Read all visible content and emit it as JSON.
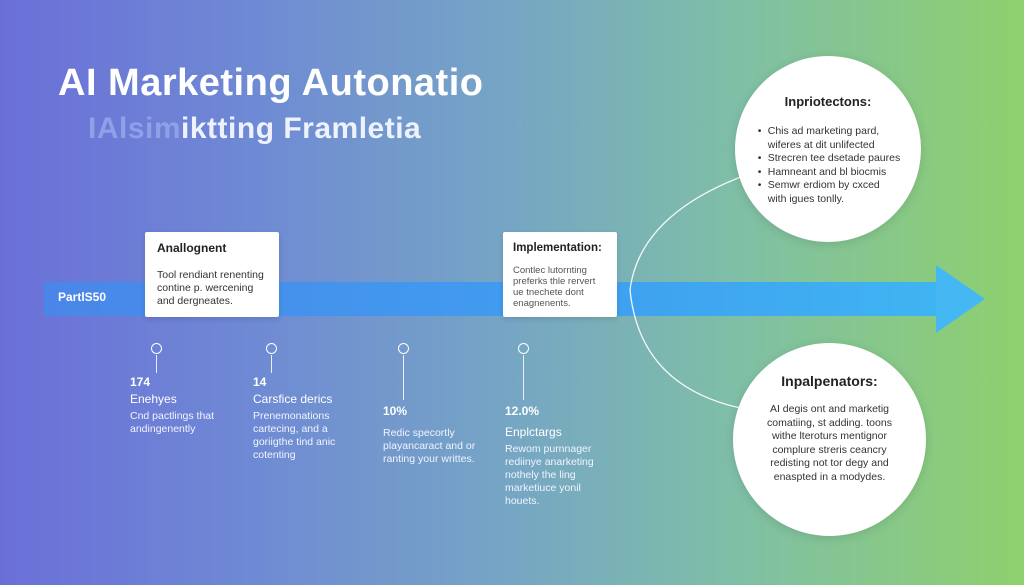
{
  "header": {
    "title": "AI Marketing Autonatio",
    "subtitle_dim": "IAlsim",
    "subtitle_rest": "iktting Framletia"
  },
  "timeline": {
    "bar_label": "PartlS50"
  },
  "cards": [
    {
      "title": "Anallognent",
      "body": "Tool rendiant renenting contine p. wercening and dergneates."
    },
    {
      "title": "Implementation:",
      "body": "Contlec lutornting preferks thle rervert ue tnechete dont enagnenents."
    }
  ],
  "circles": {
    "top": {
      "title": "Inpriotectons:",
      "items": [
        "Chis ad marketing pard,",
        "wiferes at dit unlifected",
        "Strecren tee dsetade paures",
        "Hamneant and bl biocmis",
        "Semwr erdiom by cxced",
        "with igues tonlly."
      ]
    },
    "bottom": {
      "title": "Inpalpenators:",
      "body": "AI degis ont and marketig comatiing, st adding. toons withe lteroturs mentignor complure streris ceancry redisting not tor degy and enaspted in a modydes."
    }
  },
  "milestones": [
    {
      "num": "174",
      "title": "Enehyes",
      "text": "Cnd pactlings that andingenently"
    },
    {
      "num": "14",
      "title": "Carsfice derics",
      "text": "Prenemonations cartecing, and a goriigthe tind anic cotenting"
    },
    {
      "num": "10%",
      "title": "",
      "text": "Redic specortly playancaract and or ranting your writtes."
    },
    {
      "num": "12.0%",
      "title": "Enplctargs",
      "text": "Rewom purnnager rediinye anarketing nothely the ling marketiuce yonil houets."
    }
  ],
  "colors": {
    "arrow": "#3ea2ee",
    "arrow_head": "#42b4f0",
    "card_bg": "#ffffff",
    "text_light": "#ffffff"
  }
}
